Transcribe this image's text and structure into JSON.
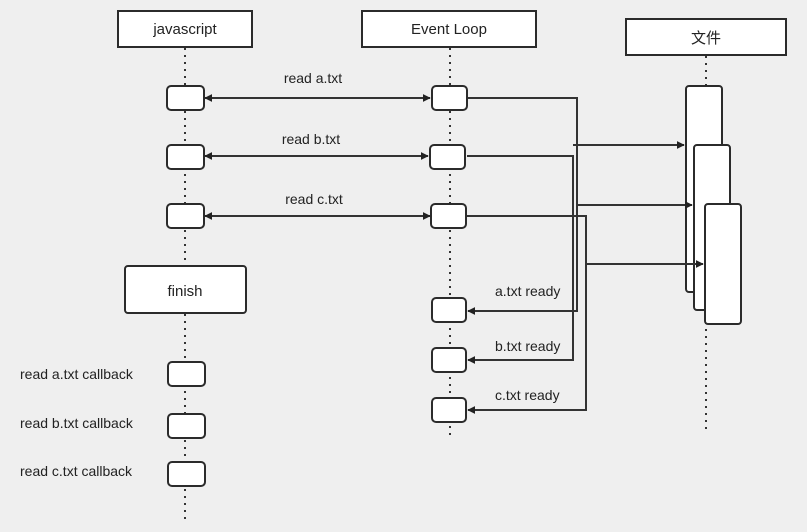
{
  "participants": {
    "javascript": "javascript",
    "event_loop": "Event Loop",
    "file": "文件"
  },
  "messages": {
    "read_a": "read a.txt",
    "read_b": "read b.txt",
    "read_c": "read c.txt",
    "a_ready": "a.txt ready",
    "b_ready": "b.txt ready",
    "c_ready": "c.txt ready"
  },
  "finish": "finish",
  "callbacks": {
    "a": "read a.txt callback",
    "b": "read b.txt callback",
    "c": "read c.txt callback"
  }
}
